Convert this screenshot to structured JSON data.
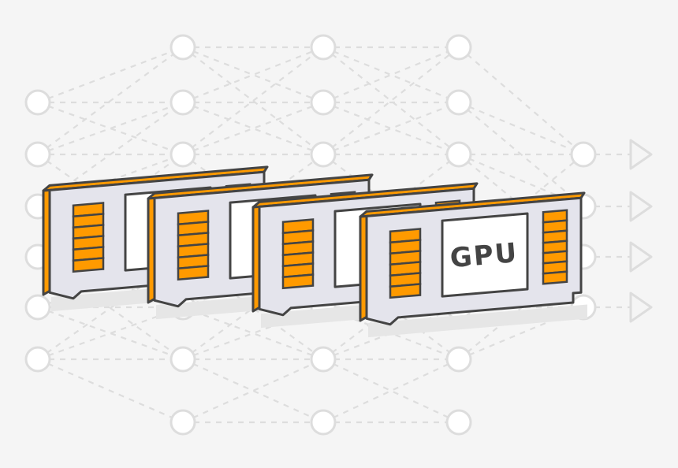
{
  "gpu_label": "GPU",
  "colors": {
    "background": "#f5f5f5",
    "network_line": "#dddddd",
    "node_fill": "#ffffff",
    "card_face": "#e4e4ec",
    "card_outline": "#444444",
    "accent_orange": "#ff9a00",
    "chip_face": "#ffffff",
    "shadow": "#e6e6e6"
  },
  "network": {
    "layers": [
      {
        "node_count": 6
      },
      {
        "node_count": 7
      },
      {
        "node_count": 7
      },
      {
        "node_count": 7
      },
      {
        "node_count": 4
      }
    ],
    "output_arrow_count": 4
  },
  "cards": [
    {
      "position_in_stack": 1,
      "has_label": false
    },
    {
      "position_in_stack": 2,
      "has_label": false
    },
    {
      "position_in_stack": 3,
      "has_label": false
    },
    {
      "position_in_stack": 4,
      "has_label": true
    }
  ]
}
